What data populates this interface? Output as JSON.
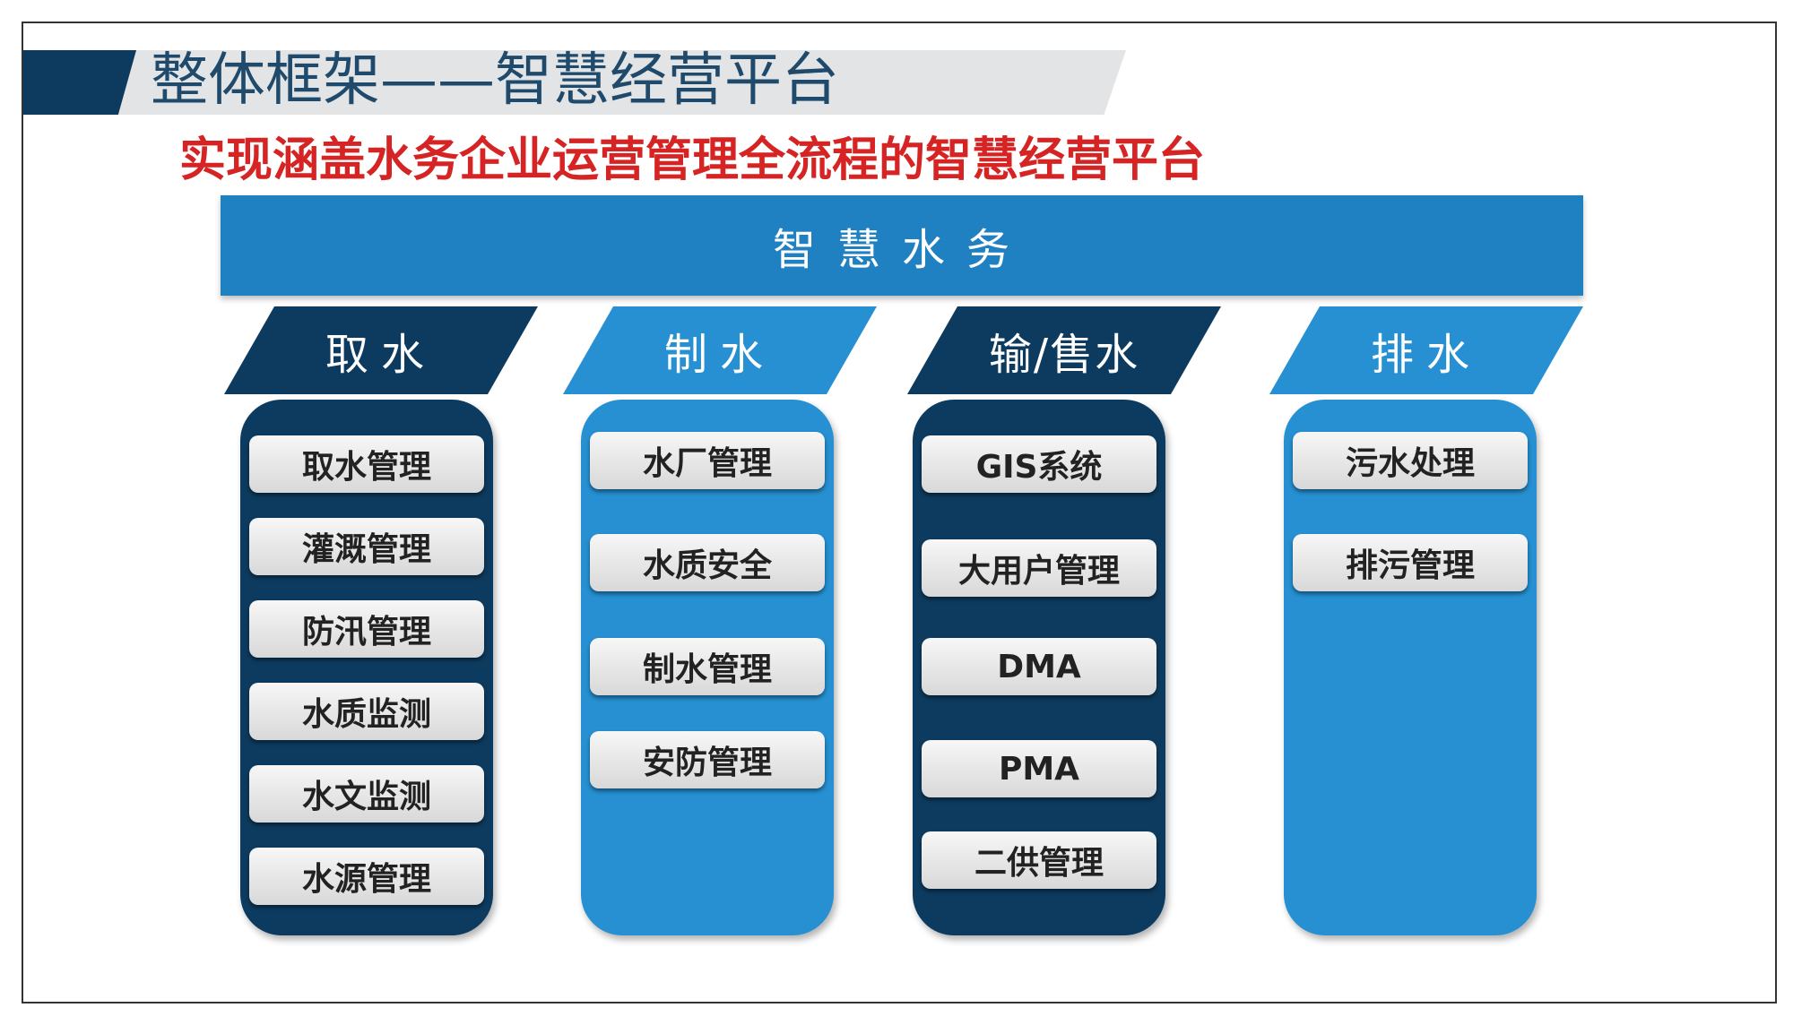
{
  "slide": {
    "title": "整体框架——智慧经营平台",
    "subtitle": "实现涵盖水务企业运营管理全流程的智慧经营平台",
    "top_band": "智慧水务",
    "colors": {
      "dark_navy": "#0d3b5f",
      "bright_blue": "#1f80c2",
      "title_red": "#d62424",
      "title_bar_grey": "#e3e4e5"
    },
    "columns": [
      {
        "header": "取水",
        "style": "dark",
        "items": [
          "取水管理",
          "灌溉管理",
          "防汛管理",
          "水质监测",
          "水文监测",
          "水源管理"
        ]
      },
      {
        "header": "制水",
        "style": "light",
        "items": [
          "水厂管理",
          "水质安全",
          "制水管理",
          "安防管理"
        ]
      },
      {
        "header": "输/售水",
        "style": "dark",
        "items": [
          "GIS系统",
          "大用户管理",
          "DMA",
          "PMA",
          "二供管理"
        ]
      },
      {
        "header": "排水",
        "style": "light",
        "items": [
          "污水处理",
          "排污管理"
        ]
      }
    ]
  }
}
